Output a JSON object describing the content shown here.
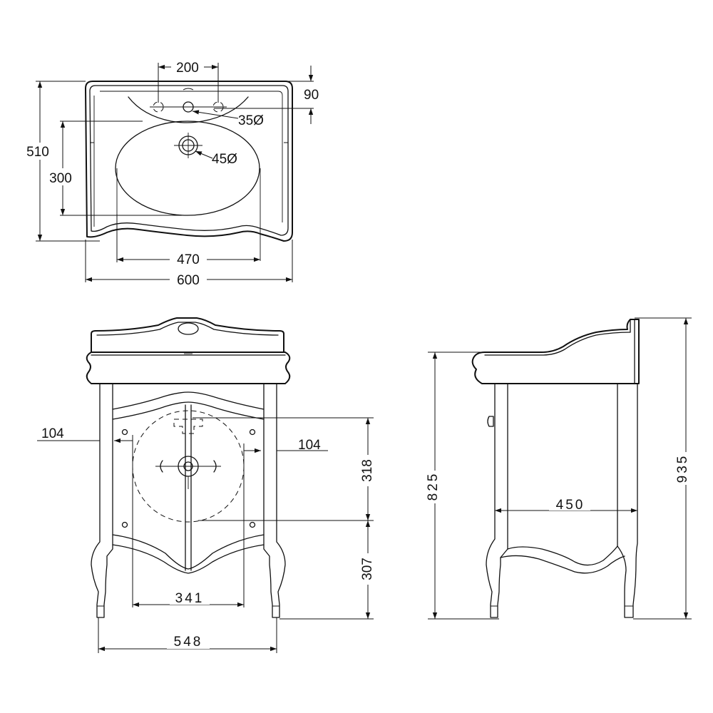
{
  "top_view": {
    "width_outer": "600",
    "width_bowl": "470",
    "depth": "510",
    "bowl_depth": "300",
    "tap_spacing": "200",
    "tap_offset": "90",
    "tap_hole": "35Ø",
    "drain_hole": "45Ø"
  },
  "front_view": {
    "width": "548",
    "inner_width": "341",
    "side_left": "104",
    "side_right": "104",
    "upper_height": "318",
    "lower_height": "307"
  },
  "side_view": {
    "height_basin": "825",
    "height_total": "935",
    "depth": "450"
  }
}
